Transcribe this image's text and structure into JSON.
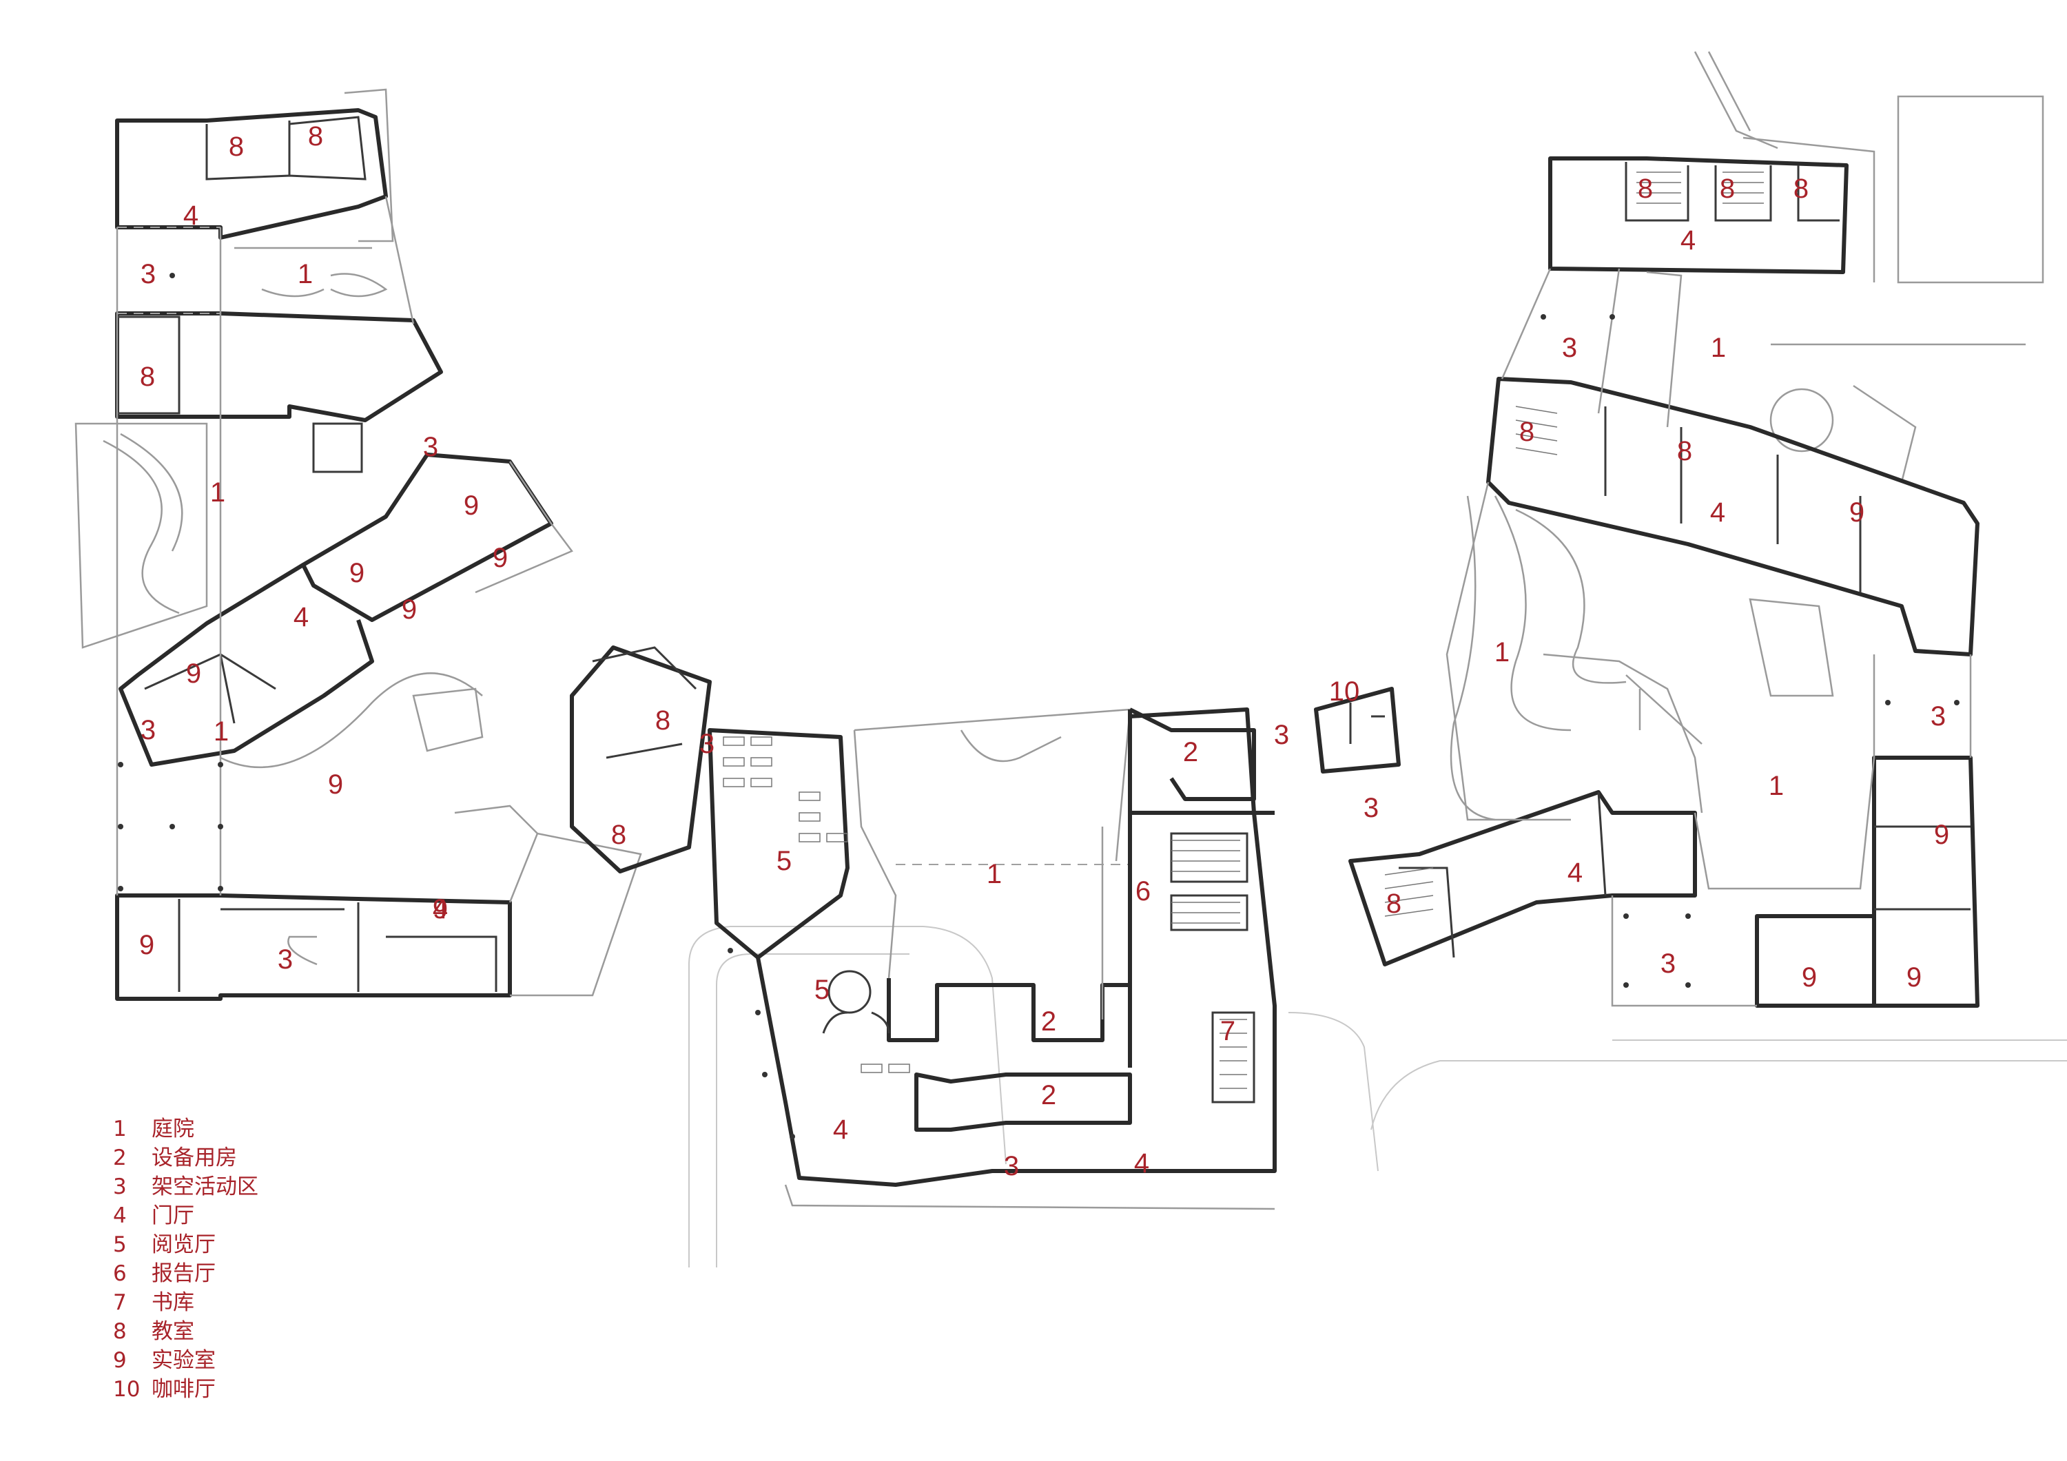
{
  "legend": [
    {
      "num": "1",
      "label": "庭院"
    },
    {
      "num": "2",
      "label": "设备用房"
    },
    {
      "num": "3",
      "label": "架空活动区"
    },
    {
      "num": "4",
      "label": "门厅"
    },
    {
      "num": "5",
      "label": "阅览厅"
    },
    {
      "num": "6",
      "label": "报告厅"
    },
    {
      "num": "7",
      "label": "书库"
    },
    {
      "num": "8",
      "label": "教室"
    },
    {
      "num": "9",
      "label": "实验室"
    },
    {
      "num": "10",
      "label": "咖啡厅"
    }
  ],
  "room_labels": [
    "8",
    "8",
    "4",
    "3",
    "1",
    "8",
    "3",
    "1",
    "9",
    "9",
    "9",
    "4",
    "9",
    "9",
    "3",
    "1",
    "9",
    "4",
    "9",
    "9",
    "3",
    "8",
    "3",
    "8",
    "5",
    "5",
    "4",
    "3",
    "1",
    "2",
    "2",
    "2",
    "6",
    "7",
    "4",
    "10",
    "3",
    "3",
    "8",
    "4",
    "8",
    "8",
    "8",
    "4",
    "3",
    "1",
    "8",
    "8",
    "4",
    "9",
    "1",
    "3",
    "1",
    "9",
    "3",
    "9",
    "9"
  ],
  "colors": {
    "label": "#a8232a",
    "wall": "#2a2a2a",
    "site_line": "#9a9a9a"
  }
}
